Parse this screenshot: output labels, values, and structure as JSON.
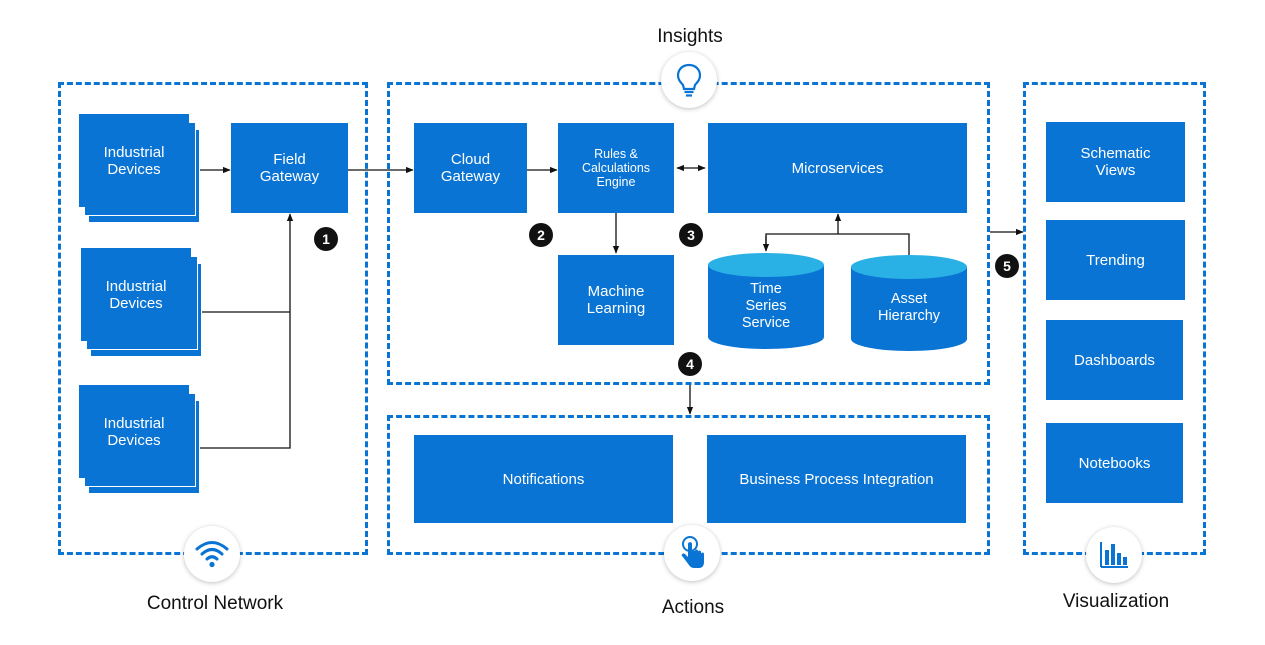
{
  "zones": {
    "control_network": "Control Network",
    "insights": "Insights",
    "actions": "Actions",
    "visualization": "Visualization"
  },
  "devices": {
    "group1": "Industrial\nDevices",
    "group2": "Industrial\nDevices",
    "group3": "Industrial\nDevices"
  },
  "boxes": {
    "field_gateway": "Field\nGateway",
    "cloud_gateway": "Cloud\nGateway",
    "rules_engine": "Rules &\nCalculations\nEngine",
    "microservices": "Microservices",
    "machine_learning": "Machine\nLearning",
    "time_series": "Time\nSeries\nService",
    "asset_hierarchy": "Asset\nHierarchy",
    "notifications": "Notifications",
    "business_process": "Business Process Integration",
    "schematic_views": "Schematic\nViews",
    "trending": "Trending",
    "dashboards": "Dashboards",
    "notebooks": "Notebooks"
  },
  "steps": [
    "1",
    "2",
    "3",
    "4",
    "5"
  ],
  "icons": {
    "insights": "lightbulb-icon",
    "control_network": "wifi-icon",
    "actions": "touch-icon",
    "visualization": "bar-chart-icon"
  },
  "colors": {
    "accent": "#0a74d4",
    "cylinder_top": "#29b1e6",
    "badge": "#111111"
  }
}
